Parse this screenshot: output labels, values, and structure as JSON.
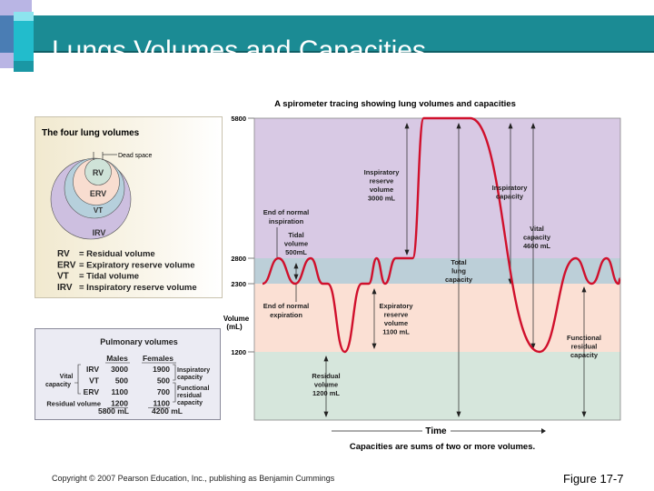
{
  "slide": {
    "title": "Lungs Volumes and Capacities",
    "copyright": "Copyright © 2007 Pearson Education, Inc., publishing as Benjamin Cummings",
    "figure": "Figure 17-7"
  },
  "four_volumes": {
    "title": "The four lung volumes",
    "dead_space": "Dead space",
    "circles": {
      "rv": "RV",
      "erv": "ERV",
      "vt": "VT",
      "irv": "IRV"
    },
    "legend": [
      {
        "abbr": "RV",
        "text": "= Residual volume"
      },
      {
        "abbr": "ERV",
        "text": "= Expiratory reserve volume"
      },
      {
        "abbr": "VT",
        "text": "= Tidal volume"
      },
      {
        "abbr": "IRV",
        "text": "= Inspiratory reserve volume"
      }
    ],
    "colors": {
      "rv": "#cfe3d8",
      "erv": "#f8ddd0",
      "vt": "#b6d0dc",
      "irv": "#cdbfe0"
    }
  },
  "pulmonary": {
    "title": "Pulmonary volumes",
    "headers": [
      "Males",
      "Females"
    ],
    "rows": [
      {
        "label": "IRV",
        "males": "3000",
        "females": "1900"
      },
      {
        "label": "VT",
        "males": "500",
        "females": "500"
      },
      {
        "label": "ERV",
        "males": "1100",
        "females": "700"
      },
      {
        "label": "Residual volume",
        "males": "1200",
        "females": "1100"
      }
    ],
    "totals": {
      "males": "5800 mL",
      "females": "4200 mL"
    },
    "vital_capacity": [
      "Vital",
      "capacity"
    ],
    "inspiratory_capacity": [
      "Inspiratory",
      "capacity"
    ],
    "frc": [
      "Functional",
      "residual",
      "capacity"
    ]
  },
  "chart_data": {
    "type": "line",
    "title": "A spirometer tracing showing lung volumes and capacities",
    "xlabel": "Time",
    "ylabel": "Volume (mL)",
    "yticks": [
      5800,
      2800,
      2300,
      1200
    ],
    "caption": "Capacities are sums of two or more volumes.",
    "line_color": "#d0102c",
    "bands": [
      {
        "from": 2800,
        "to": 5800,
        "color": "#d8c9e4"
      },
      {
        "from": 2300,
        "to": 2800,
        "color": "#bccfd8"
      },
      {
        "from": 1200,
        "to": 2300,
        "color": "#fbe0d4"
      },
      {
        "from": 0,
        "to": 1200,
        "color": "#d6e6dc"
      }
    ],
    "trace": {
      "t": [
        0,
        4.5,
        9.2,
        13.6,
        17,
        18.4,
        23.2,
        28,
        30,
        32.2,
        34.6,
        37.6,
        42.4,
        45.5,
        58.6,
        78.2,
        88.4,
        92.9,
        97.1,
        100.5,
        100.9
      ],
      "v": [
        2300,
        2800,
        2300,
        2800,
        2300,
        2300,
        1200,
        2300,
        2300,
        2800,
        2300,
        2800,
        2800,
        5800,
        5800,
        1200,
        2800,
        2300,
        2800,
        2300,
        2400
      ]
    },
    "annotations": {
      "end_insp": [
        "End of normal",
        "inspiration"
      ],
      "tidal": [
        "Tidal",
        "volume",
        "500mL"
      ],
      "end_exp": [
        "End of normal",
        "expiration"
      ],
      "irv": [
        "Inspiratory",
        "reserve",
        "volume",
        "3000 mL"
      ],
      "erv": [
        "Expiratory",
        "reserve",
        "volume",
        "1100 mL"
      ],
      "rv": [
        "Residual",
        "volume",
        "1200 mL"
      ],
      "tlc": [
        "Total",
        "lung",
        "capacity"
      ],
      "ic": [
        "Inspiratory",
        "capacity"
      ],
      "vc": [
        "Vital",
        "capacity",
        "4600 mL"
      ],
      "frc": [
        "Functional",
        "residual",
        "capacity"
      ]
    },
    "ylabel_lines": [
      "Volume",
      "(mL)"
    ]
  }
}
